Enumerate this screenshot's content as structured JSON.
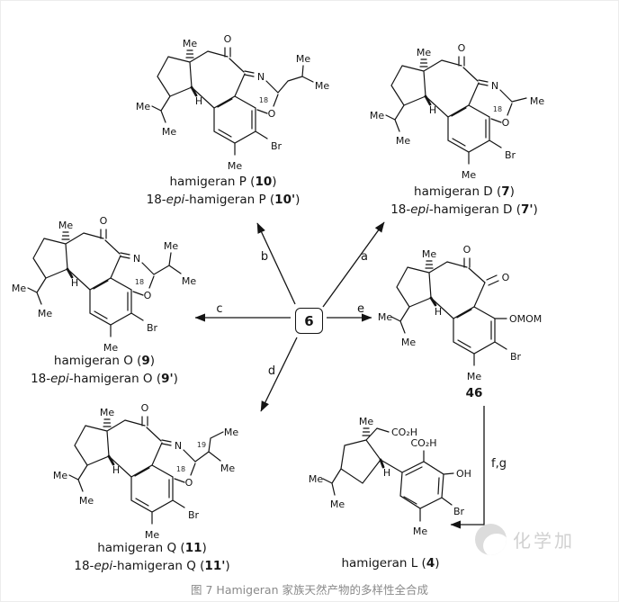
{
  "page": {
    "figure_caption": "图 7 Hamigeran 家族天然产物的多样性全合成",
    "watermark": "化学加"
  },
  "center": {
    "label": "6"
  },
  "steps": {
    "a": "a",
    "b": "b",
    "c": "c",
    "d": "d",
    "e": "e",
    "fg": "f,g"
  },
  "labels": {
    "me": "Me",
    "br": "Br",
    "h": "H",
    "n": "N",
    "o": "O",
    "oh": "OH",
    "omom": "OMOM",
    "co2h": "CO₂H",
    "c18": "18",
    "c19": "19"
  },
  "compounds": {
    "p": {
      "name1": "hamigeran P (",
      "num1": "10",
      "close1": ")",
      "pre2": "18-",
      "epi2": "epi",
      "name2": "-hamigeran P (",
      "num2": "10'",
      "close2": ")"
    },
    "d": {
      "name1": "hamigeran D (",
      "num1": "7",
      "close1": ")",
      "pre2": "18-",
      "epi2": "epi",
      "name2": "-hamigeran D (",
      "num2": "7'",
      "close2": ")"
    },
    "o": {
      "name1": "hamigeran O (",
      "num1": "9",
      "close1": ")",
      "pre2": "18-",
      "epi2": "epi",
      "name2": "-hamigeran O (",
      "num2": "9'",
      "close2": ")"
    },
    "q": {
      "name1": "hamigeran Q (",
      "num1": "11",
      "close1": ")",
      "pre2": "18-",
      "epi2": "epi",
      "name2": "-hamigeran Q (",
      "num2": "11'",
      "close2": ")"
    },
    "i46": {
      "num": "46"
    },
    "l": {
      "name1": "hamigeran L (",
      "num1": "4",
      "close1": ")"
    }
  }
}
